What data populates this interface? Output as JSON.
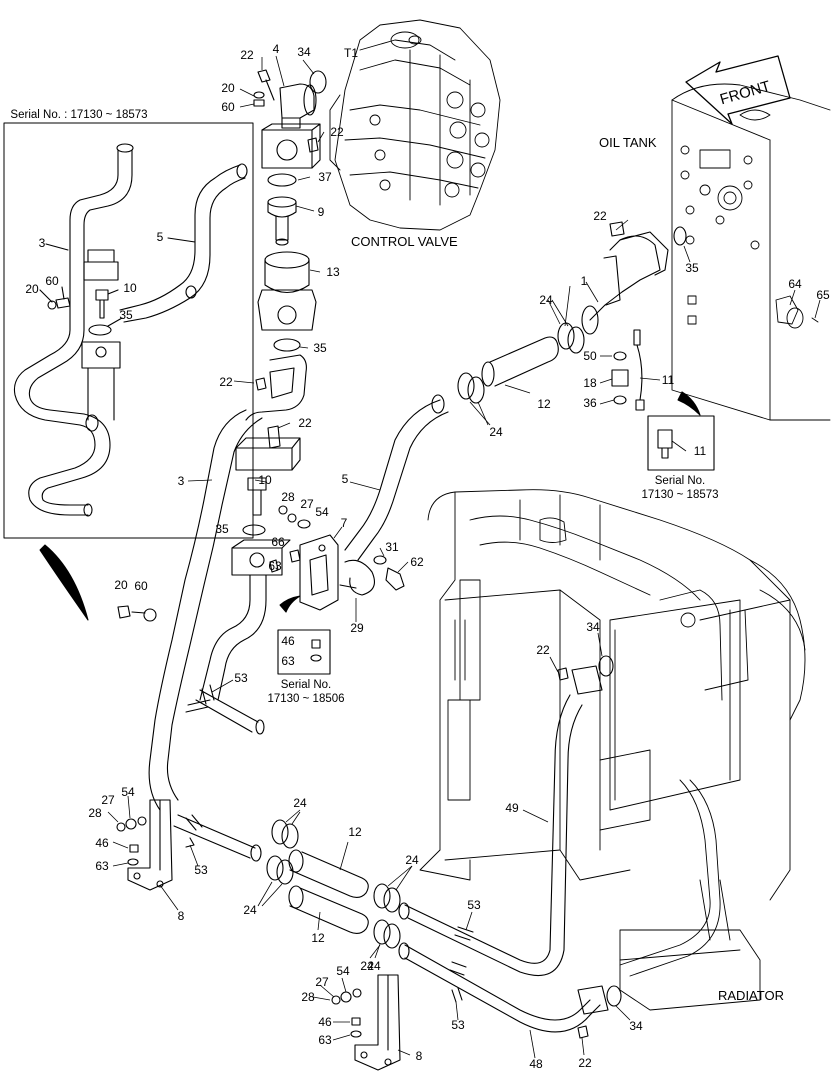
{
  "labels": {
    "control_valve": "CONTROL VALVE",
    "oil_tank": "OIL TANK",
    "radiator": "RADIATOR",
    "front": "FRONT",
    "t1": "T1"
  },
  "serials": {
    "inset_top": "Serial No. : 17130 ~ 18573",
    "sensor_line1": "Serial No.",
    "sensor_line2": "17130 ~ 18573",
    "bolt_line1": "Serial No.",
    "bolt_line2": "17130 ~ 18506"
  },
  "callouts": [
    "22",
    "4",
    "34",
    "20",
    "60",
    "22",
    "37",
    "9",
    "13",
    "35",
    "22",
    "22",
    "3",
    "10",
    "28",
    "27",
    "54",
    "35",
    "66",
    "63",
    "7",
    "31",
    "62",
    "29",
    "5",
    "46",
    "63",
    "53",
    "20",
    "60",
    "3",
    "5",
    "60",
    "20",
    "10",
    "35",
    "22",
    "1",
    "24",
    "50",
    "18",
    "36",
    "11",
    "12",
    "24",
    "35",
    "64",
    "65",
    "11",
    "22",
    "34",
    "49",
    "54",
    "27",
    "28",
    "46",
    "63",
    "8",
    "53",
    "24",
    "24",
    "12",
    "12",
    "24",
    "24",
    "53",
    "27",
    "54",
    "28",
    "46",
    "63",
    "8",
    "53",
    "48",
    "34",
    "22",
    "24"
  ]
}
